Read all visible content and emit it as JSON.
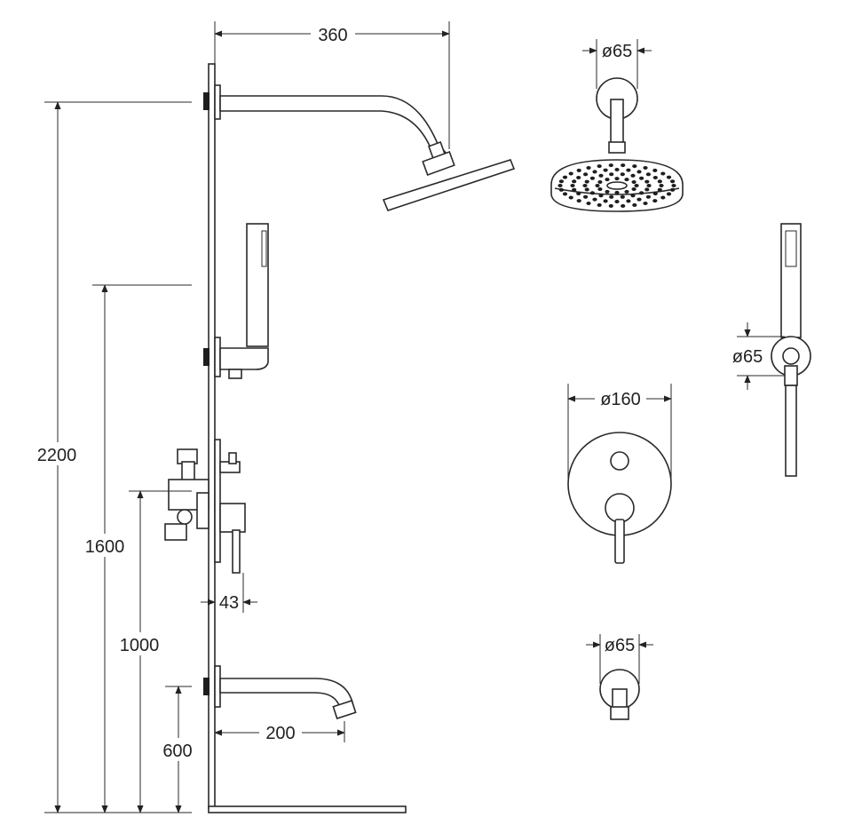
{
  "drawing": {
    "dimensions": {
      "height_overall": "2200",
      "height_handshower_holder": "1600",
      "height_mixer": "1000",
      "height_spout": "600",
      "arm_reach": "360",
      "mixer_projection": "43",
      "spout_reach": "200",
      "shower_flange_dia": "ø65",
      "handshower_flange_dia": "ø65",
      "mixer_plate_dia": "ø160",
      "spout_flange_dia": "ø65"
    }
  }
}
